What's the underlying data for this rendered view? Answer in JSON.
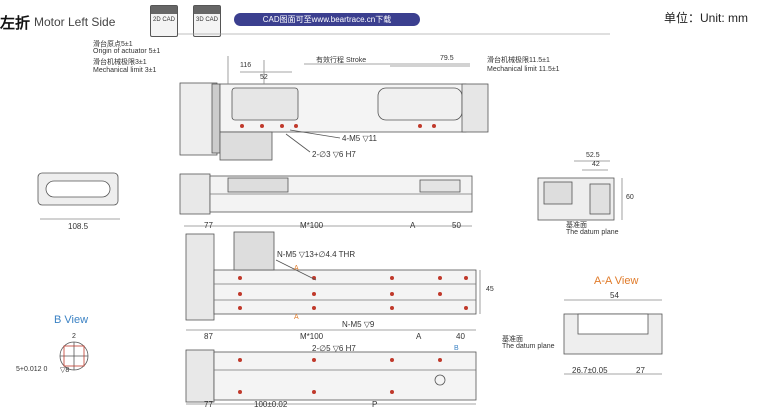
{
  "header": {
    "title_cn": "左折",
    "title_en": "Motor Left Side",
    "cad2d": "2D CAD",
    "cad3d": "3D CAD",
    "cad_banner": "CAD图面可至www.beartrace.cn下载",
    "unit": "单位：Unit: mm"
  },
  "top_view": {
    "origin_cn": "滑台原点5±1",
    "origin_en": "Origin of actuator 5±1",
    "mech_limit_left_cn": "滑台机械极限3±1",
    "mech_limit_left_en": "Mechanical limit 3±1",
    "stroke": "有效行程 Stroke",
    "dim_116": "116",
    "dim_52": "52",
    "dim_79_5": "79.5",
    "mech_limit_right_cn": "滑台机械极限11.5±1",
    "mech_limit_right_en": "Mechanical limit 11.5±1",
    "holes_m5": "4-M5 ▽11",
    "holes_pin": "2-∅3 ▽6 H7"
  },
  "end_view": {
    "dim_108_5": "108.5"
  },
  "side_view": {
    "dim_77": "77",
    "dim_m100": "M*100",
    "dim_a": "A",
    "dim_50": "50"
  },
  "right_view": {
    "dim_52_5": "52.5",
    "dim_42": "42",
    "dim_60": "60",
    "datum_cn": "基准面",
    "datum_en": "The datum plane"
  },
  "mid_view": {
    "thr": "N-M5 ▽13+∅4.4 THR",
    "a_mark": "A",
    "dim_45": "45",
    "nm5": "N-M5 ▽9",
    "dim_87": "87",
    "dim_m100": "M*100",
    "dim_a": "A",
    "dim_40": "40"
  },
  "aa_view": {
    "title": "A-A View",
    "dim_54": "54",
    "datum_cn": "基准面",
    "datum_en": "The datum plane",
    "dim_26_7": "26.7±0.05",
    "dim_27": "27"
  },
  "b_view": {
    "title": "B View",
    "dim_2": "2",
    "dim_tol": "5+0.012 0",
    "dim_8": "▽8"
  },
  "bottom_view": {
    "pins": "2-∅5 ▽6 H7",
    "b_mark": "B",
    "dim_77": "77",
    "dim_100": "100±0.02",
    "dim_p": "P"
  }
}
